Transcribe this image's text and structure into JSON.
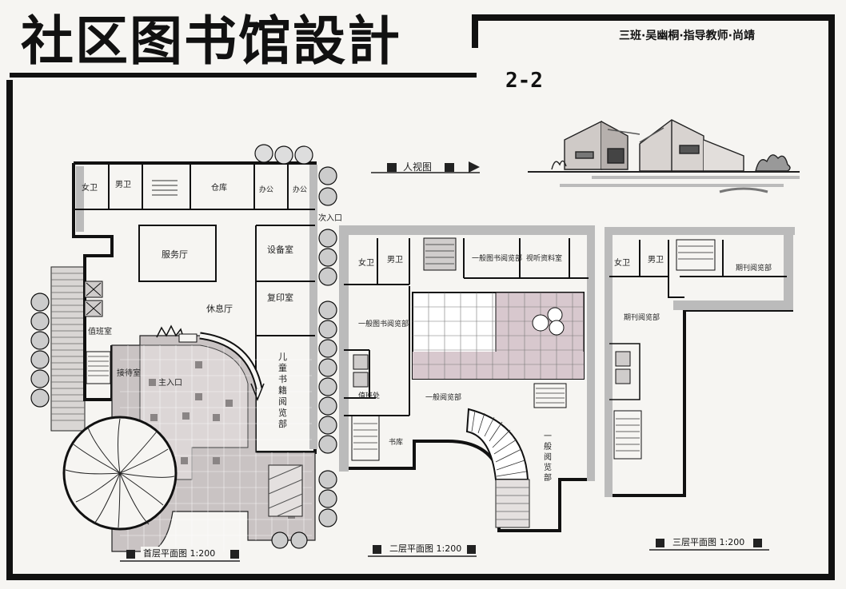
{
  "header": {
    "title": "社区图书馆設計",
    "subtitle": "2-2",
    "author": "三班·吴幽桐·指导教师·尚靖"
  },
  "perspective": {
    "label": "人视图"
  },
  "captions": {
    "plan1": "首层平面图 1:200",
    "plan2": "二层平面图 1:200",
    "plan3": "三层平面图 1:200"
  },
  "plan1": {
    "rooms": {
      "female_wc": "女卫",
      "male_wc": "男卫",
      "storage": "仓库",
      "office1": "办公",
      "office2": "办公",
      "service_hall": "服务厅",
      "equipment": "设备室",
      "lounge": "休息厅",
      "print_room": "复印室",
      "children_reading": "儿童书籍阅览部",
      "duty_room": "值班室",
      "reception": "接待室"
    },
    "entrance_main": "主入口",
    "entrance_side": "次入口"
  },
  "plan2": {
    "rooms": {
      "female_wc": "女卫",
      "male_wc": "男卫",
      "reading_a": "一般图书阅览部",
      "av_room": "视听资料室",
      "reading_b": "一般图书阅览部",
      "reading_c": "一般阅览部",
      "reading_d": "一般阅览部",
      "duty": "值班处",
      "stack": "书库"
    }
  },
  "plan3": {
    "rooms": {
      "female_wc": "女卫",
      "male_wc": "男卫",
      "periodical_a": "期刊阅览部",
      "periodical_b": "期刊阅览部"
    }
  }
}
